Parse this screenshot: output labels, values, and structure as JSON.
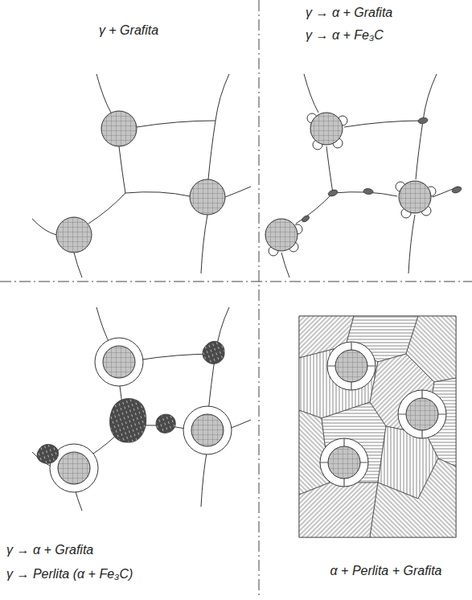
{
  "diagram": {
    "labels": [
      "γ + Grafita",
      "γ → α + Grafita",
      "γ → α + Fe₃C",
      "γ → α + Grafita",
      "γ → Perlita (α + Fe₃C)",
      "α + Perlita + Grafita"
    ]
  }
}
